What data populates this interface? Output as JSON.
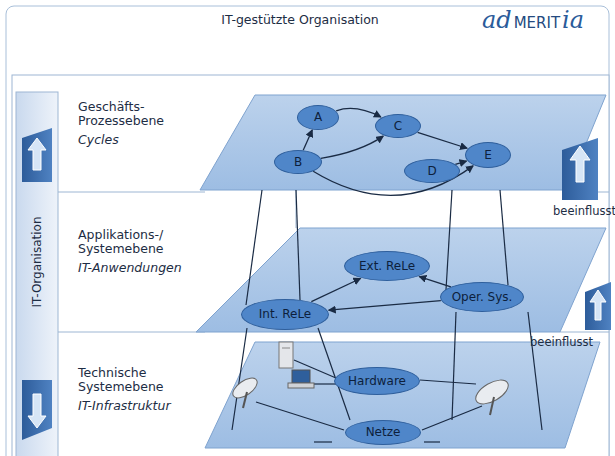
{
  "diagram": {
    "title": "IT-gestützte Organisation",
    "nodes": [
      {
        "text": [
          "A"
        ]
      },
      {
        "text": [
          "B"
        ]
      },
      {
        "text": [
          "C"
        ]
      },
      {
        "text": [
          "D"
        ]
      },
      {
        "text": [
          "E"
        ]
      },
      {
        "text": [
          "Ext. ReLe"
        ]
      },
      {
        "text": [
          "Int. ReLe"
        ]
      },
      {
        "text": [
          "Oper. Sys."
        ]
      },
      {
        "text": [
          "Hardware"
        ]
      },
      {
        "text": [
          "Netze"
        ]
      }
    ],
    "edges": [
      {
        "from": 1,
        "to": 0,
        "arrow": "to"
      },
      {
        "from": 0,
        "to": 2,
        "arrow": "to"
      },
      {
        "from": 1,
        "to": 2,
        "arrow": "to"
      },
      {
        "from": 2,
        "to": 4,
        "arrow": "to"
      },
      {
        "from": 3,
        "to": 4,
        "arrow": "to"
      },
      {
        "from": 1,
        "to": 4,
        "arrow": "to"
      },
      {
        "from": 7,
        "to": 5,
        "arrow": "to"
      },
      {
        "from": 6,
        "to": 5,
        "arrow": "to"
      },
      {
        "from": 7,
        "to": 6,
        "arrow": "to"
      }
    ],
    "labels": [
      "ad",
      "MERIT",
      "ia",
      "IT-Organisation",
      "Geschäfts- Prozessebene",
      "Cycles",
      "Applikations-/ Systemebene",
      "IT-Anwendungen",
      "Technische Systemebene",
      "IT-Infrastruktur",
      "beeinflusst",
      "beeinflusst"
    ]
  }
}
